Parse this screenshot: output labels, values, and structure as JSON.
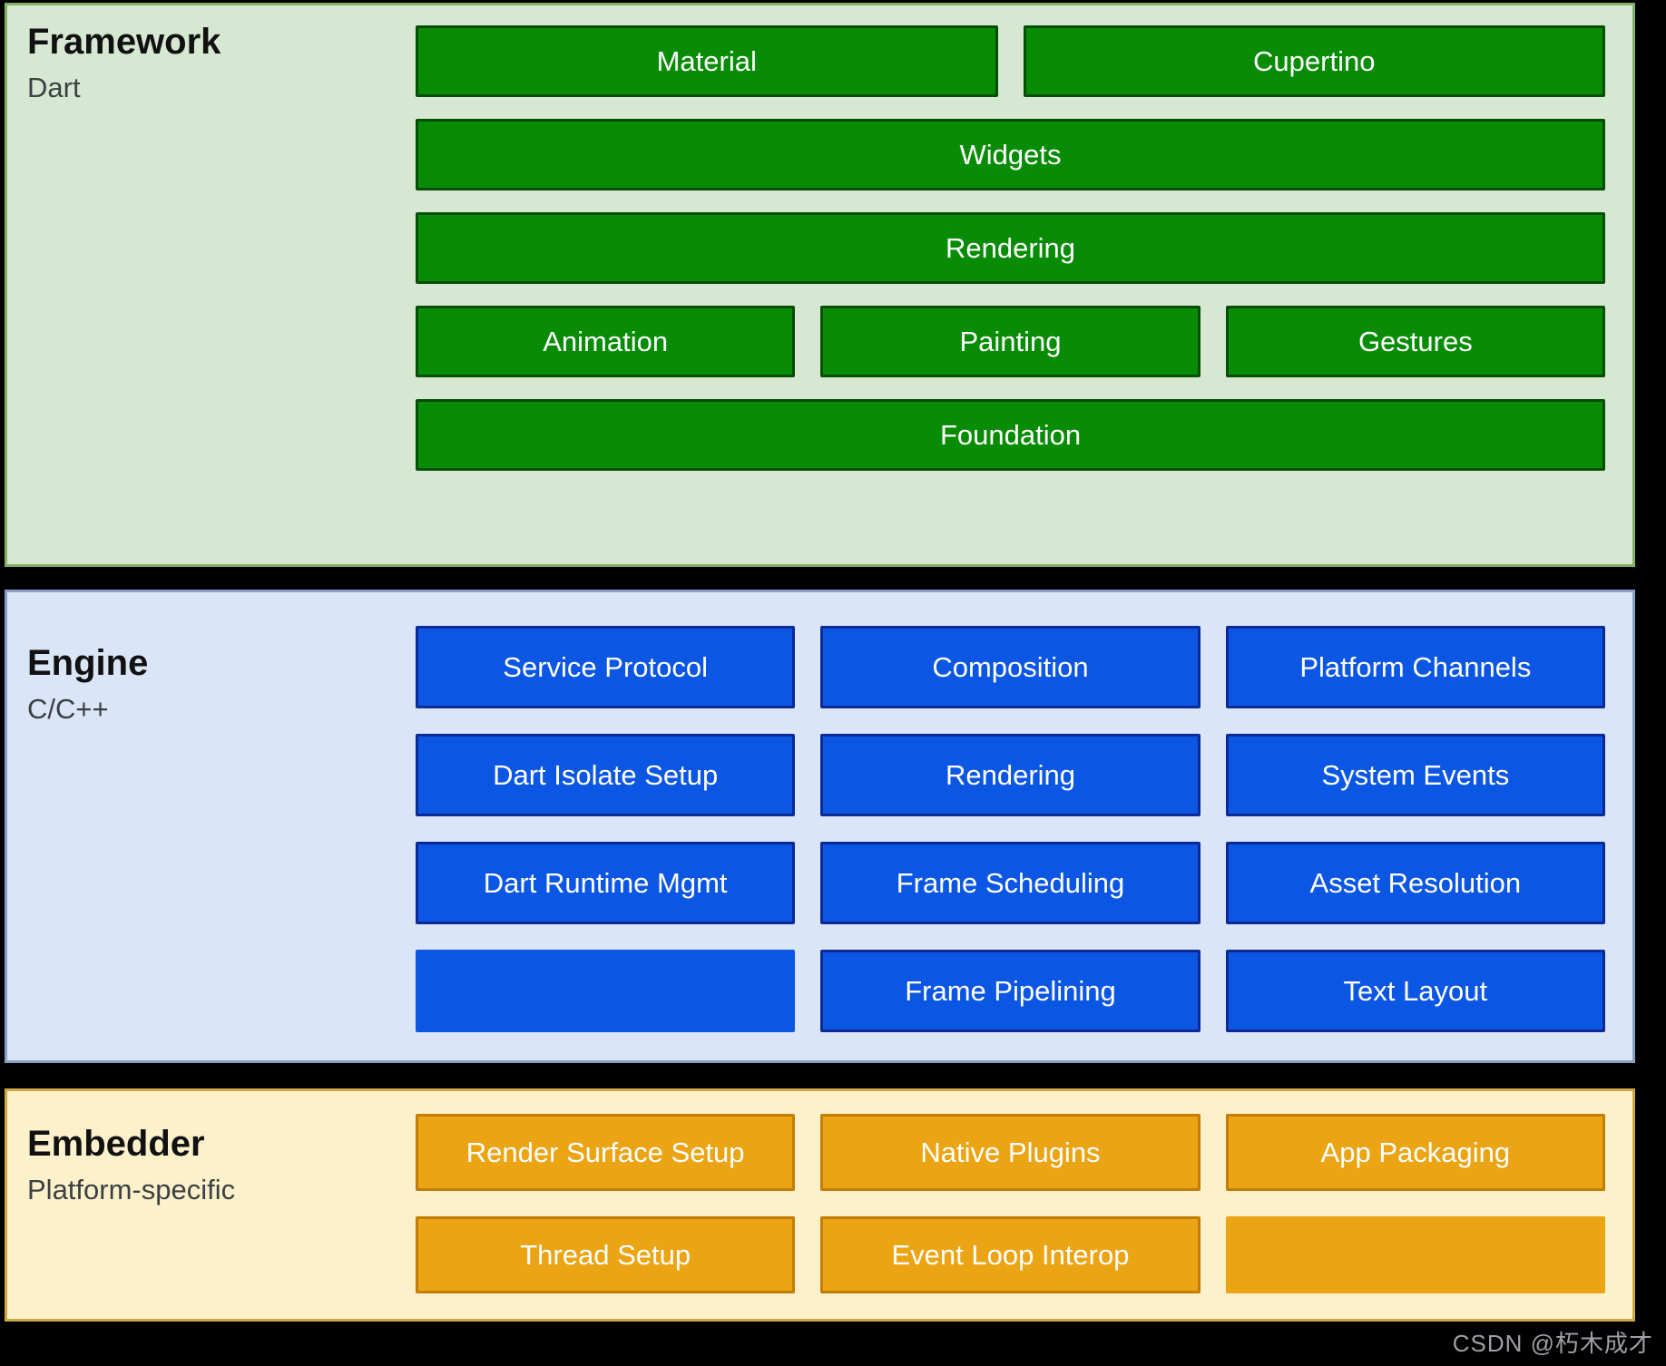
{
  "sections": [
    {
      "title": "Framework",
      "subtitle": "Dart",
      "blocks": [
        "Material",
        "Cupertino",
        "Widgets",
        "Rendering",
        "Animation",
        "Painting",
        "Gestures",
        "Foundation"
      ]
    },
    {
      "title": "Engine",
      "subtitle": "C/C++",
      "blocks": [
        "Service Protocol",
        "Composition",
        "Platform Channels",
        "Dart Isolate Setup",
        "Rendering",
        "System Events",
        "Dart Runtime Mgmt",
        "Frame Scheduling",
        "Asset Resolution",
        "Frame Pipelining",
        "Text Layout"
      ]
    },
    {
      "title": "Embedder",
      "subtitle": "Platform-specific",
      "blocks": [
        "Render Surface Setup",
        "Native Plugins",
        "App Packaging",
        "Thread Setup",
        "Event Loop Interop"
      ]
    }
  ],
  "colors": {
    "page_bg": "#000000",
    "title_text": "#111111",
    "subtitle_text": "#3c4043",
    "framework_bg": "#d7e8d2",
    "framework_border": "#83b168",
    "framework_block_fill": "#088c06",
    "framework_block_border": "#064d06",
    "engine_bg": "#dbe5f8",
    "engine_border": "#8a9fc6",
    "engine_block_fill": "#0c56e4",
    "engine_block_border": "#0b2a96",
    "embedder_bg": "#fcf1cb",
    "embedder_border": "#cea845",
    "embedder_block_fill": "#eba413",
    "embedder_block_border": "#c27d05",
    "block_text": "#ffffff",
    "watermark_text": "#9fa0a6"
  },
  "watermark": "CSDN @朽木成才"
}
